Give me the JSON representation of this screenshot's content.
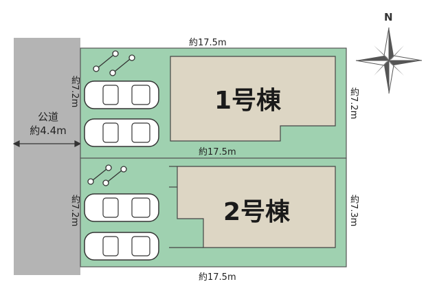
{
  "road": {
    "name": "公道",
    "width": "約4.4m"
  },
  "compass": {
    "label": "N"
  },
  "lot1": {
    "building": "1号棟",
    "top_width": "約17.5m",
    "bottom_width": "約17.5m",
    "right_depth": "約7.2m",
    "left_depth": "約7.2m"
  },
  "lot2": {
    "building": "2号棟",
    "bottom_width": "約17.5m",
    "right_depth": "約7.3m",
    "left_depth": "約7.2m"
  },
  "colors": {
    "road": "#b4b4b4",
    "lot": "#9fd1b0",
    "building": "#ddd6c4",
    "boundary": "#555555"
  }
}
